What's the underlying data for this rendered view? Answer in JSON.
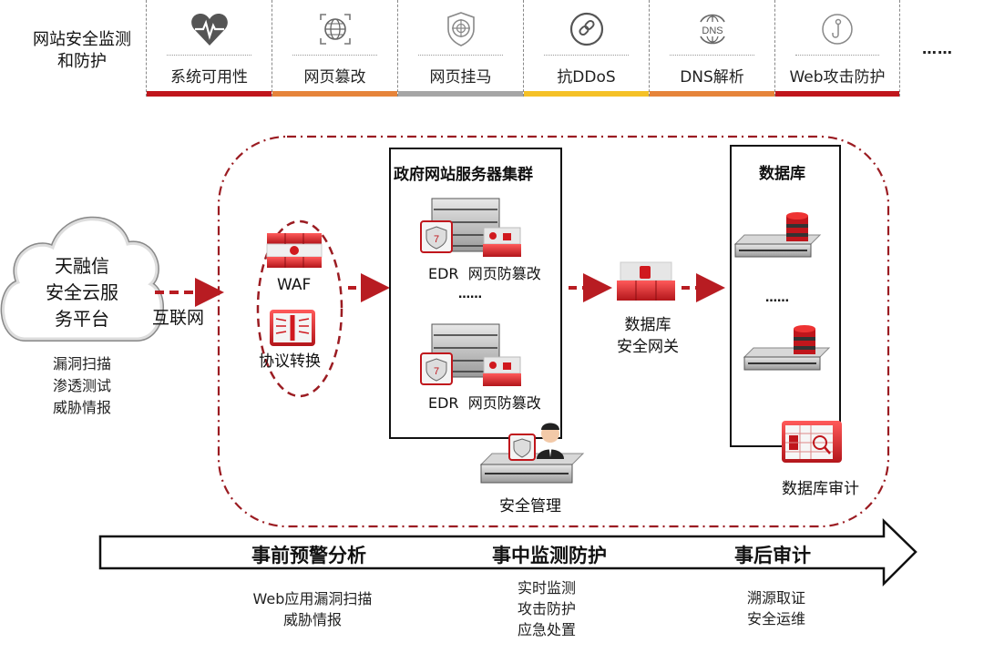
{
  "header": {
    "title_line1": "网站安全监测",
    "title_line2": "和防护",
    "features": [
      {
        "label": "系统可用性",
        "icon": "heartbeat-icon",
        "bar_color": "#c0161c"
      },
      {
        "label": "网页篡改",
        "icon": "globe-icon",
        "bar_color": "#e6843a"
      },
      {
        "label": "网页挂马",
        "icon": "shield-target-icon",
        "bar_color": "#a6a6a6"
      },
      {
        "label": "抗DDoS",
        "icon": "link-icon",
        "bar_color": "#f5c127"
      },
      {
        "label": "DNS解析",
        "icon": "dns-globe-icon",
        "bar_color": "#e6843a"
      },
      {
        "label": "Web攻击防护",
        "icon": "hook-icon",
        "bar_color": "#c0161c"
      }
    ],
    "more": "……"
  },
  "cloud": {
    "line1": "天融信",
    "line2": "安全云服",
    "line3": "务平台",
    "services": [
      "漏洞扫描",
      "渗透测试",
      "威胁情报"
    ]
  },
  "internet_label": "互联网",
  "edge": {
    "waf_label": "WAF",
    "protocol_label": "协议转换"
  },
  "server_cluster": {
    "title": "政府网站服务器集群",
    "item1_label": "EDR  网页防篡改",
    "ellipsis": "……",
    "item2_label": "EDR  网页防篡改"
  },
  "security_mgmt_label": "安全管理",
  "db_gateway": {
    "line1": "数据库",
    "line2": "安全网关"
  },
  "database": {
    "title": "数据库",
    "ellipsis": "……"
  },
  "db_audit_label": "数据库审计",
  "timeline": {
    "stages": [
      {
        "title": "事前预警分析",
        "items": [
          "Web应用漏洞扫描",
          "威胁情报"
        ]
      },
      {
        "title": "事中监测防护",
        "items": [
          "实时监测",
          "攻击防护",
          "应急处置"
        ]
      },
      {
        "title": "事后审计",
        "items": [
          "溯源取证",
          "安全运维"
        ]
      }
    ]
  },
  "colors": {
    "accent_red": "#c0161c",
    "dash_red": "#9b1c22",
    "orange": "#e6843a",
    "gray": "#a6a6a6",
    "yellow": "#f5c127"
  }
}
